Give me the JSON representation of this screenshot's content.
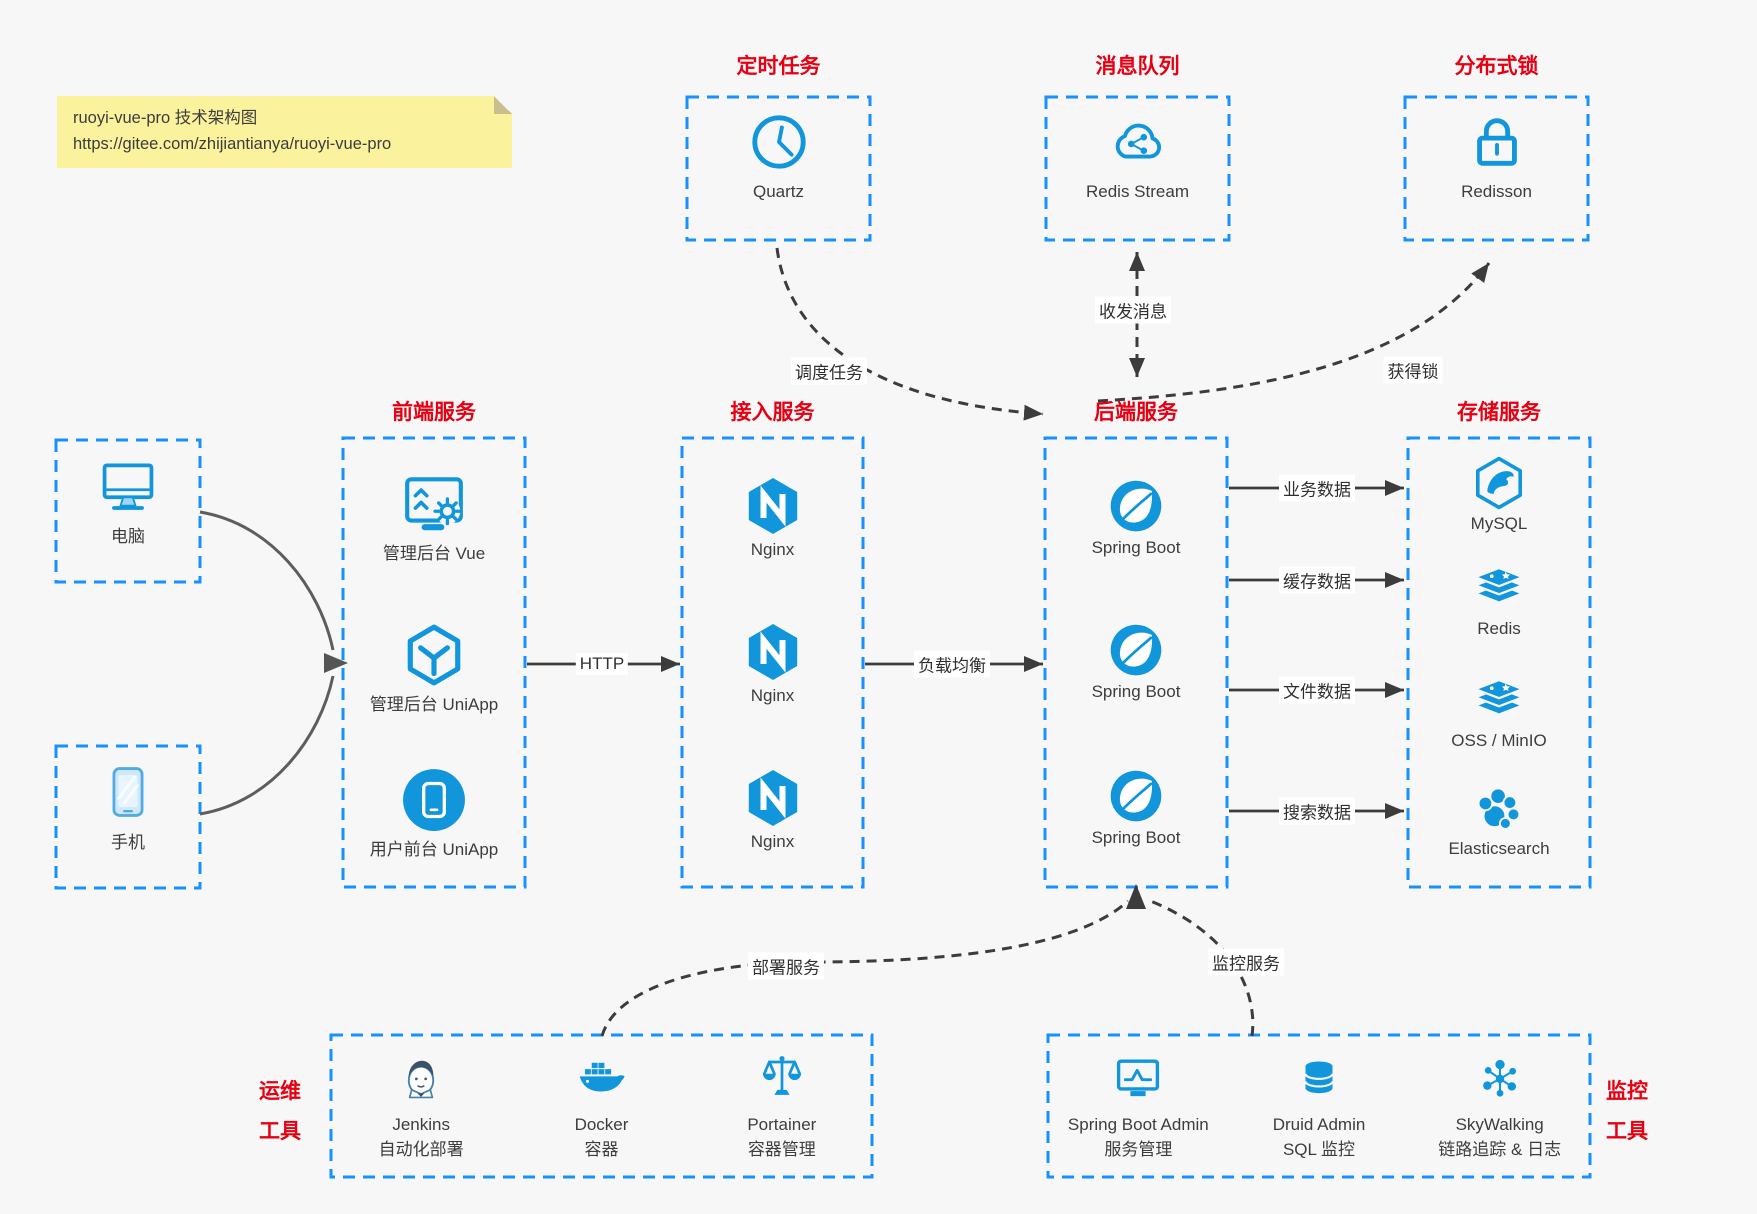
{
  "note": {
    "line1": "ruoyi-vue-pro 技术架构图",
    "line2": "https://gitee.com/zhijiantianya/ruoyi-vue-pro"
  },
  "colors": {
    "border_blue": "#1890ff",
    "icon_blue": "#1296db",
    "title_red": "#e60012",
    "arrow_dark": "#3c3c3c",
    "note_bg": "#fbf29e"
  },
  "top_services": [
    {
      "title": "定时任务",
      "icon": "clock-icon",
      "label": "Quartz"
    },
    {
      "title": "消息队列",
      "icon": "cloud-stream-icon",
      "label": "Redis Stream"
    },
    {
      "title": "分布式锁",
      "icon": "lock-icon",
      "label": "Redisson"
    }
  ],
  "clients": [
    {
      "icon": "desktop-icon",
      "label": "电脑"
    },
    {
      "icon": "phone-icon",
      "label": "手机"
    }
  ],
  "columns": [
    {
      "title": "前端服务",
      "items": [
        {
          "icon": "admin-vue-icon",
          "label": "管理后台 Vue"
        },
        {
          "icon": "uniapp-cube-icon",
          "label": "管理后台 UniApp"
        },
        {
          "icon": "uniapp-user-icon",
          "label": "用户前台 UniApp"
        }
      ]
    },
    {
      "title": "接入服务",
      "items": [
        {
          "icon": "nginx-icon",
          "label": "Nginx"
        },
        {
          "icon": "nginx-icon",
          "label": "Nginx"
        },
        {
          "icon": "nginx-icon",
          "label": "Nginx"
        }
      ]
    },
    {
      "title": "后端服务",
      "items": [
        {
          "icon": "spring-icon",
          "label": "Spring Boot"
        },
        {
          "icon": "spring-icon",
          "label": "Spring Boot"
        },
        {
          "icon": "spring-icon",
          "label": "Spring Boot"
        }
      ]
    },
    {
      "title": "存储服务",
      "items": [
        {
          "icon": "mysql-icon",
          "label": "MySQL"
        },
        {
          "icon": "redis-icon",
          "label": "Redis"
        },
        {
          "icon": "storage-stack-icon",
          "label": "OSS / MinIO"
        },
        {
          "icon": "elasticsearch-icon",
          "label": "Elasticsearch"
        }
      ]
    }
  ],
  "tool_groups": [
    {
      "title": "运维工具",
      "items": [
        {
          "icon": "jenkins-icon",
          "label": "Jenkins",
          "sublabel": "自动化部署"
        },
        {
          "icon": "docker-icon",
          "label": "Docker",
          "sublabel": "容器"
        },
        {
          "icon": "portainer-icon",
          "label": "Portainer",
          "sublabel": "容器管理"
        }
      ]
    },
    {
      "title": "监控工具",
      "items": [
        {
          "icon": "spring-boot-admin-icon",
          "label": "Spring Boot Admin",
          "sublabel": "服务管理"
        },
        {
          "icon": "druid-icon",
          "label": "Druid Admin",
          "sublabel": "SQL 监控"
        },
        {
          "icon": "skywalking-icon",
          "label": "SkyWalking",
          "sublabel": "链路追踪 & 日志"
        }
      ]
    }
  ],
  "edges": {
    "http": "HTTP",
    "load_balance": "负载均衡",
    "business_data": "业务数据",
    "cache_data": "缓存数据",
    "file_data": "文件数据",
    "search_data": "搜索数据",
    "schedule_task": "调度任务",
    "send_receive_msg": "收发消息",
    "acquire_lock": "获得锁",
    "deploy_service": "部署服务",
    "monitor_service": "监控服务"
  }
}
